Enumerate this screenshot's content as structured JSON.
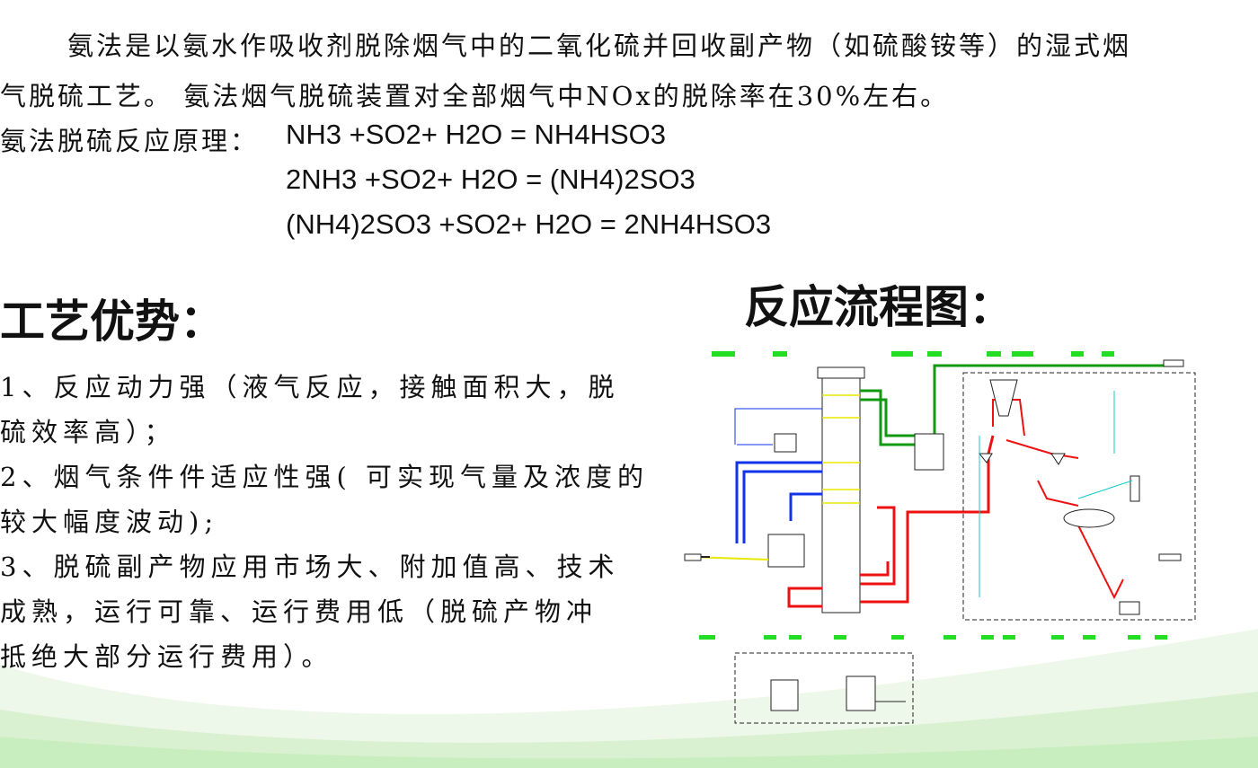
{
  "intro": {
    "line1": "氨法是以氨水作吸收剂脱除烟气中的二氧化硫并回收副产物（如硫酸铵等）的湿式烟",
    "line2": "气脱硫工艺。 氨法烟气脱硫装置对全部烟气中NOx的脱除率在30%左右。"
  },
  "principle": {
    "label": "氨法脱硫反应原理：",
    "eq1": "NH3 +SO2+ H2O = NH4HSO3",
    "eq2": "2NH3 +SO2+ H2O = (NH4)2SO3",
    "eq3": "(NH4)2SO3 +SO2+ H2O = 2NH4HSO3"
  },
  "advantages": {
    "title": "工艺优势：",
    "lines": [
      "1、反应动力强（液气反应，接触面积大，脱",
      "硫效率高）；",
      "2、烟气条件件适应性强(   可实现气量及浓度的",
      "较大幅度波动);",
      "3、脱硫副产物应用市场大、附加值高、技术",
      "成熟，运行可靠、运行费用低（脱硫产物冲",
      "抵绝大部分运行费用）。"
    ]
  },
  "flow": {
    "title": "反应流程图："
  },
  "colors": {
    "pipe_red": "#ee1111",
    "pipe_blue": "#1133ee",
    "pipe_green": "#119911",
    "pipe_cyan": "#11cccc",
    "pipe_yellow": "#e8e800",
    "label_green": "#22dd22",
    "swoosh_green": "#c8eec0"
  }
}
